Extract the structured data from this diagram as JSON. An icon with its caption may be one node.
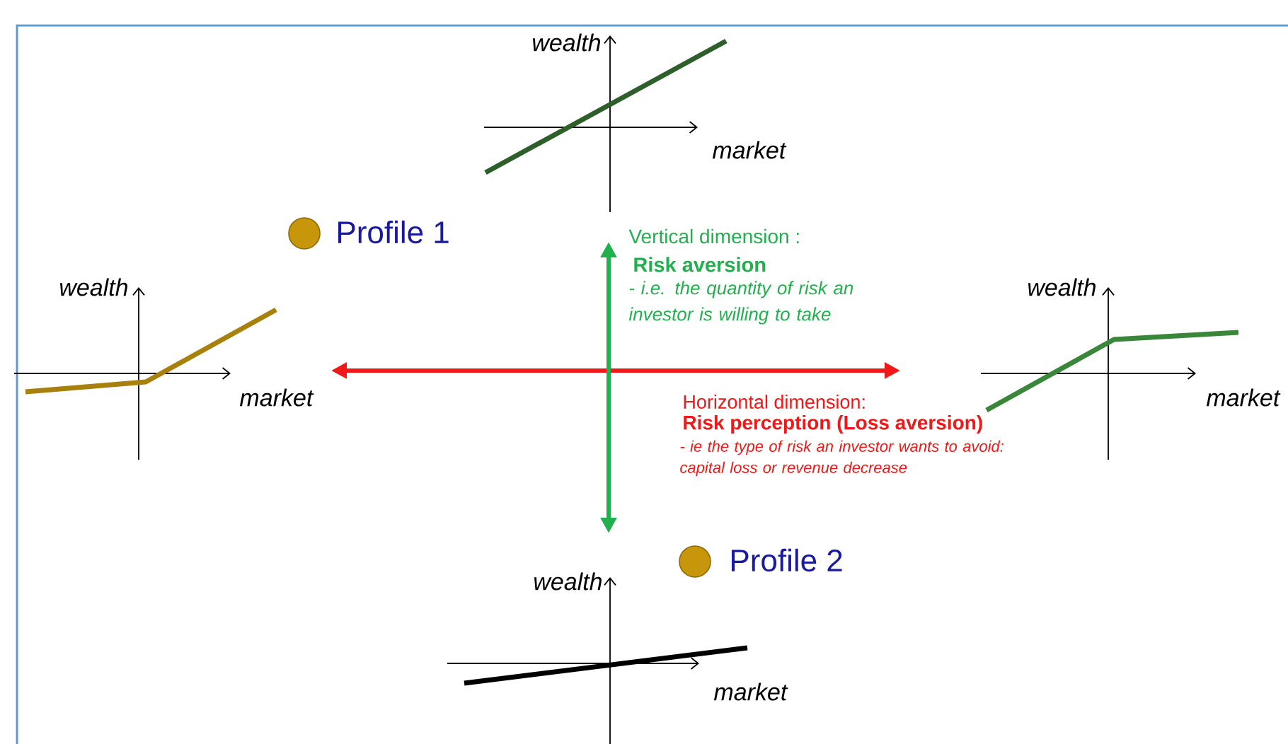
{
  "diagram": {
    "labels": [
      "wealth",
      "market",
      "Profile 1",
      "Vertical dimension :",
      "Risk aversion",
      "- i.e. the quantity of risk an investor is willing to take",
      "wealth",
      "wealth",
      "market",
      "Horizontal dimension:",
      "Risk perception  (Loss aversion)",
      "- ie the type of risk an investor wants to avoid: capital loss or revenue decrease",
      "market",
      "Profile 2",
      "wealth",
      "market"
    ]
  }
}
